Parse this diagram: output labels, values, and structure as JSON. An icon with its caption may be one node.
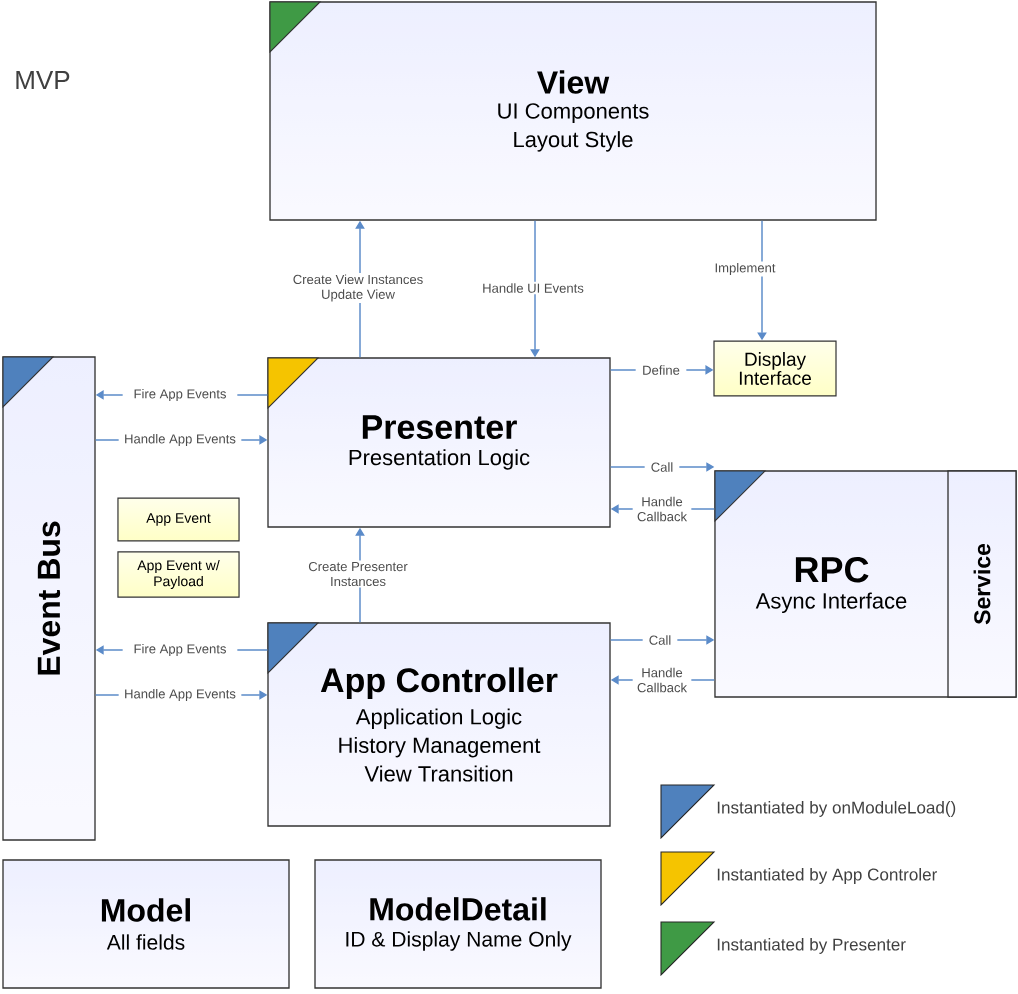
{
  "diagram": {
    "title": "MVP",
    "nodes": [
      {
        "text": [
          "View",
          "UI Components Layout Style"
        ]
      },
      {
        "text": [
          "Event Bus"
        ]
      },
      {
        "text": [
          "Presenter",
          "Presentation Logic"
        ]
      },
      {
        "text": [
          "Display Interface"
        ]
      },
      {
        "text": [
          "App Event"
        ]
      },
      {
        "text": [
          "App Event w/ Payload"
        ]
      },
      {
        "text": [
          "RPC",
          "Async Interface"
        ]
      },
      {
        "text": [
          "Service"
        ],
        "in": 6
      },
      {
        "text": [
          "App Controller",
          "Application Logic History Management View Transition"
        ]
      },
      {
        "text": [
          "Model",
          "All fields"
        ]
      },
      {
        "text": [
          "ModelDetail",
          "ID & Display Name Only"
        ]
      }
    ],
    "edges": [
      {
        "from": 2,
        "to": 0,
        "arrow": "to",
        "label": "Create View Instances Update View"
      },
      {
        "from": 0,
        "to": 2,
        "arrow": "to",
        "label": "Handle UI Events"
      },
      {
        "from": 0,
        "to": 3,
        "arrow": "to",
        "label": "Implement"
      },
      {
        "from": 2,
        "to": 3,
        "arrow": "to",
        "label": "Define"
      },
      {
        "from": 2,
        "to": 1,
        "arrow": "to",
        "label": "Fire App Events"
      },
      {
        "from": 1,
        "to": 2,
        "arrow": "to",
        "label": "Handle App Events"
      },
      {
        "from": 2,
        "to": 6,
        "arrow": "to",
        "label": "Call"
      },
      {
        "from": 6,
        "to": 2,
        "arrow": "to",
        "label": "Handle Callback"
      },
      {
        "from": 8,
        "to": 2,
        "arrow": "to",
        "label": "Create Presenter Instances"
      },
      {
        "from": 8,
        "to": 1,
        "arrow": "to",
        "label": "Fire App Events"
      },
      {
        "from": 1,
        "to": 8,
        "arrow": "to",
        "label": "Handle App Events"
      },
      {
        "from": 8,
        "to": 6,
        "arrow": "to",
        "label": "Call"
      },
      {
        "from": 6,
        "to": 8,
        "arrow": "to",
        "label": "Handle Callback"
      }
    ],
    "legend": [
      {
        "text": "Instantiated by onModuleLoad()",
        "color": "#4f81bd"
      },
      {
        "text": "Instantiated by App Controler",
        "color": "#f5c400"
      },
      {
        "text": "Instantiated by Presenter",
        "color": "#3f9a45"
      }
    ]
  }
}
